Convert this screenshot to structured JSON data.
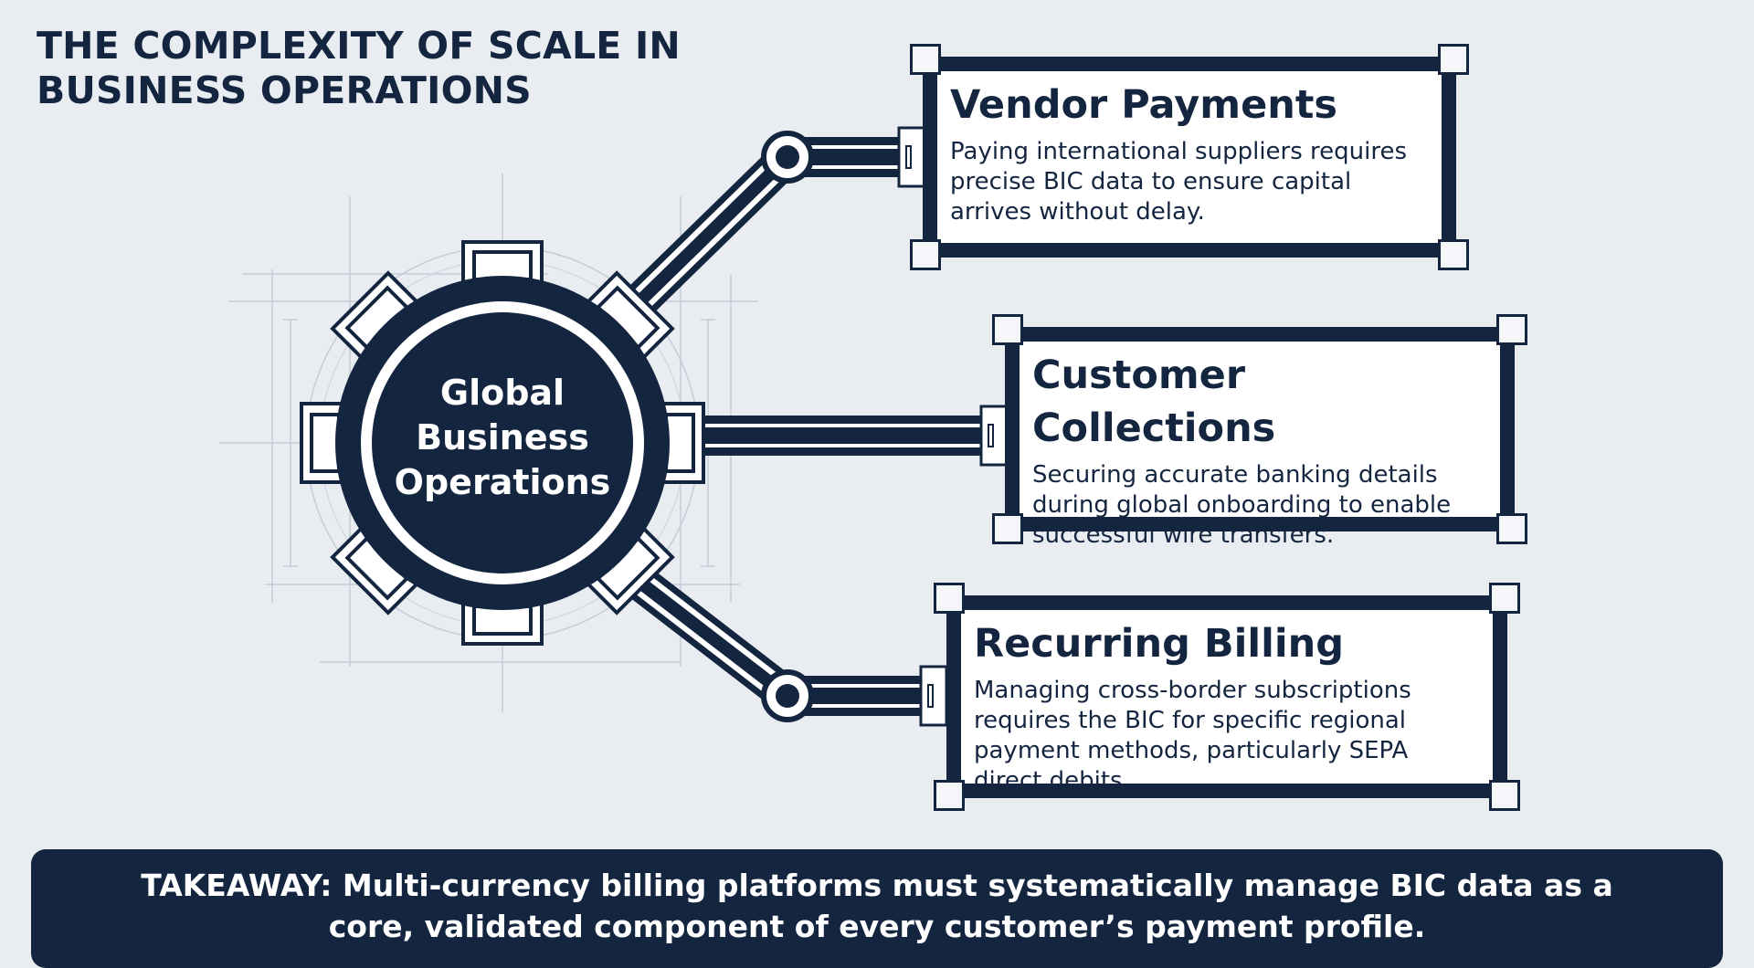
{
  "title": "THE COMPLEXITY OF SCALE IN BUSINESS OPERATIONS",
  "hub": {
    "label": "Global Business Operations"
  },
  "cards": [
    {
      "title": "Vendor Payments",
      "body": "Paying international suppliers requires precise BIC data to ensure capital arrives without delay."
    },
    {
      "title": "Customer Collections",
      "body": "Securing accurate banking details during global onboarding to enable successful wire transfers."
    },
    {
      "title": "Recurring Billing",
      "body": "Managing cross-border subscriptions requires the BIC for specific regional payment methods, particularly SEPA direct debits."
    }
  ],
  "takeaway": {
    "text": "TAKEAWAY: Multi-currency billing platforms must systematically manage BIC data as a core, validated component of every customer’s payment profile."
  },
  "colors": {
    "navy": "#142540",
    "background": "#e9edf2",
    "card": "#ffffff",
    "grid": "#c3ccd7"
  }
}
